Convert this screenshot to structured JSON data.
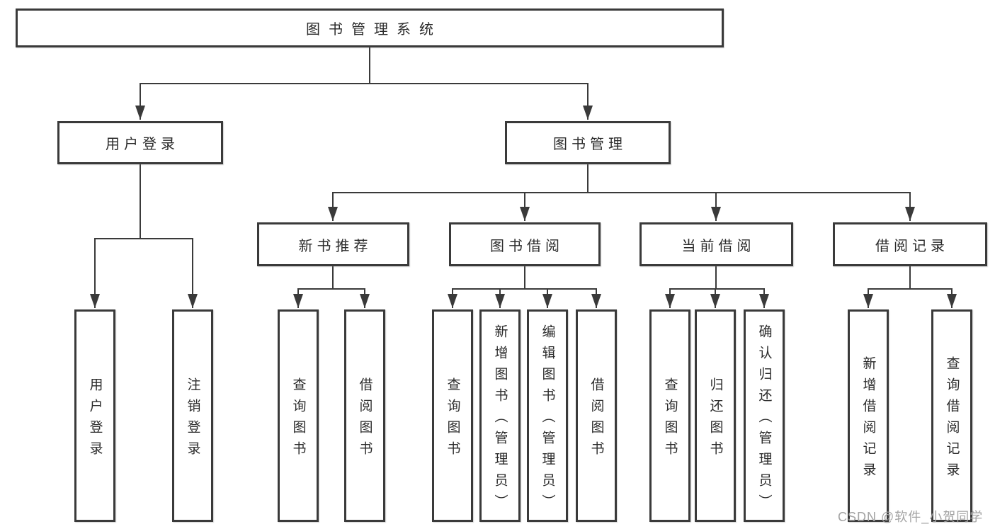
{
  "colors": {
    "line": "#3a3a3a",
    "box_border": "#3a3a3a",
    "text": "#2b2b2b",
    "watermark": "#a3a3a3",
    "background": "#ffffff"
  },
  "tree": {
    "root": {
      "label": "图书管理系统"
    },
    "branches": [
      {
        "label": "用户登录",
        "leaves": [
          {
            "label": "用户登录"
          },
          {
            "label": "注销登录"
          }
        ]
      },
      {
        "label": "图书管理",
        "children": [
          {
            "label": "新书推荐",
            "leaves": [
              {
                "label": "查询图书"
              },
              {
                "label": "借阅图书"
              }
            ]
          },
          {
            "label": "图书借阅",
            "leaves": [
              {
                "label": "查询图书"
              },
              {
                "label": "新增图书（管理员）"
              },
              {
                "label": "编辑图书（管理员）"
              },
              {
                "label": "借阅图书"
              }
            ]
          },
          {
            "label": "当前借阅",
            "leaves": [
              {
                "label": "查询图书"
              },
              {
                "label": "归还图书"
              },
              {
                "label": "确认归还（管理员）"
              }
            ]
          },
          {
            "label": "借阅记录",
            "leaves": [
              {
                "label": "新增借阅记录"
              },
              {
                "label": "查询借阅记录"
              }
            ]
          }
        ]
      }
    ]
  },
  "watermark": {
    "text": "CSDN @软件_小贺同学"
  }
}
